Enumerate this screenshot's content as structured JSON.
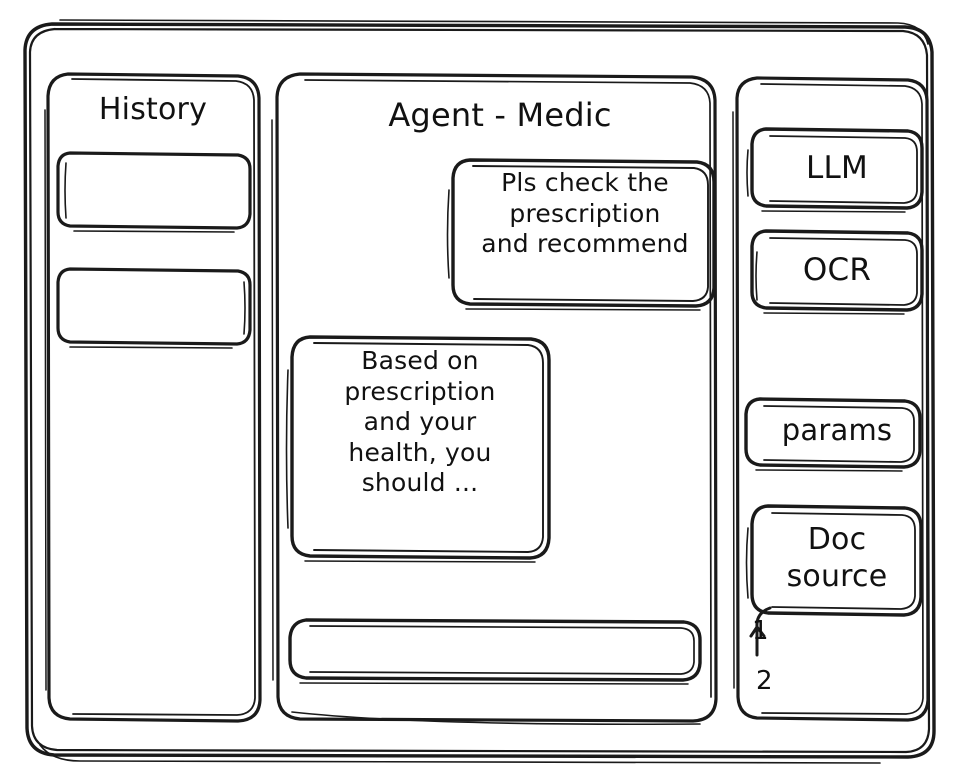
{
  "window": {
    "name": "agent-medic-wireframe"
  },
  "sidebar_left": {
    "title": "History",
    "items": [
      {
        "label": ""
      },
      {
        "label": ""
      }
    ]
  },
  "main": {
    "title": "Agent - Medic",
    "messages": [
      {
        "role": "user",
        "text": "Pls check the\nprescription\nand recommend"
      },
      {
        "role": "agent",
        "text": "Based on\nprescription\nand your\nhealth, you\nshould ..."
      }
    ],
    "composer": {
      "value": "",
      "placeholder": ""
    }
  },
  "sidebar_right": {
    "buttons": [
      {
        "label": "LLM"
      },
      {
        "label": "OCR"
      },
      {
        "label": "params"
      }
    ],
    "doc_source": {
      "label": "Doc\nsource",
      "items": [
        {
          "label": "1"
        },
        {
          "label": "2"
        }
      ]
    }
  },
  "colors": {
    "stroke": "#1a1a1a",
    "background": "#ffffff",
    "text": "#111111"
  }
}
